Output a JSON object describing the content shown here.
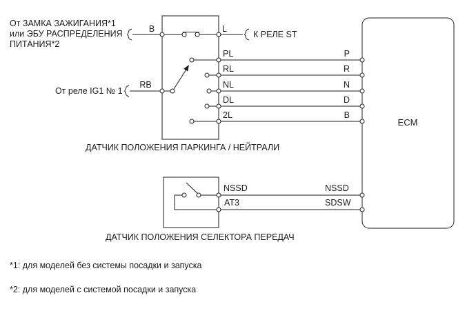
{
  "diagram": {
    "ignition_source": {
      "line1": "От ЗАМКА ЗАЖИГАНИЯ*1",
      "line2": "или ЭБУ РАСПРЕДЕЛЕНИЯ",
      "line3": "ПИТАНИЯ*2",
      "terminal": "B"
    },
    "ig1_source": {
      "label": "От реле IG1 № 1",
      "terminal": "RB"
    },
    "starter_relay": {
      "terminal": "L",
      "label": "К РЕЛЕ ST"
    },
    "park_neutral_sensor": {
      "caption": "ДАТЧИК ПОЛОЖЕНИЯ ПАРКИНГА / НЕЙТРАЛИ",
      "rows": [
        {
          "sensor": "PL",
          "ecm": "P"
        },
        {
          "sensor": "RL",
          "ecm": "R"
        },
        {
          "sensor": "NL",
          "ecm": "N"
        },
        {
          "sensor": "DL",
          "ecm": "D"
        },
        {
          "sensor": "2L",
          "ecm": "B"
        }
      ]
    },
    "shift_selector_sensor": {
      "caption": "ДАТЧИК ПОЛОЖЕНИЯ СЕЛЕКТОРА ПЕРЕДАЧ",
      "rows": [
        {
          "sensor": "NSSD",
          "ecm": "NSSD"
        },
        {
          "sensor": "AT3",
          "ecm": "SDSW"
        }
      ]
    },
    "ecm_label": "ECM",
    "footnotes": [
      "*1: для моделей без системы посадки и запуска",
      "*2: для моделей с системой посадки и запуска"
    ],
    "colors": {
      "line": "#1c1c1c",
      "background": "#ffffff"
    }
  }
}
